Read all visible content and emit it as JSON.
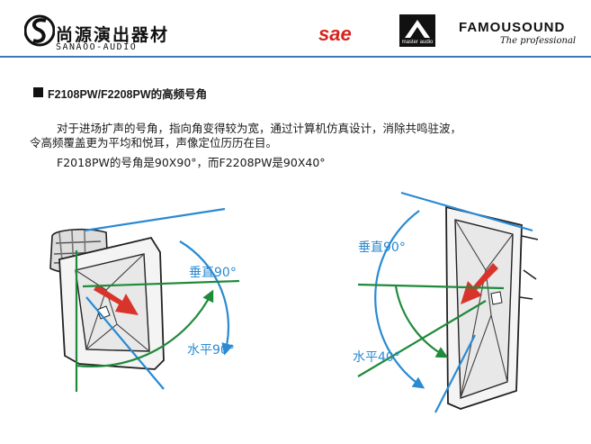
{
  "header": {
    "brand_cn": "尚源演出器材",
    "brand_en": "SANAOO-AUDIO",
    "partner_sae": "sae",
    "partner_master_audio": "master audio",
    "partner_famous": "FAMOUSOUND",
    "partner_famous_tagline": "The professional",
    "colors": {
      "accent_line": "#3a78b8",
      "sae_red": "#d6231d"
    }
  },
  "section": {
    "title": "F2108PW/F2208PW的高频号角",
    "paragraph_line1": "对于进场扩声的号角，指向角变得较为宽，通过计算机仿真设计，消除共鸣驻波，",
    "paragraph_line2": "令高频覆盖更为平均和悦耳，声像定位历历在目。",
    "paragraph_line3": "F2018PW的号角是90X90°，而F2208PW是90X40°"
  },
  "figures": {
    "left": {
      "vertical_label": "垂直90°",
      "horizontal_label": "水平90°"
    },
    "right": {
      "vertical_label": "垂直90°",
      "horizontal_label": "水平40°"
    },
    "colors": {
      "vertical_lines": "#2a8ad2",
      "horizontal_lines": "#1f8a3a",
      "arrow": "#d9342b"
    }
  }
}
